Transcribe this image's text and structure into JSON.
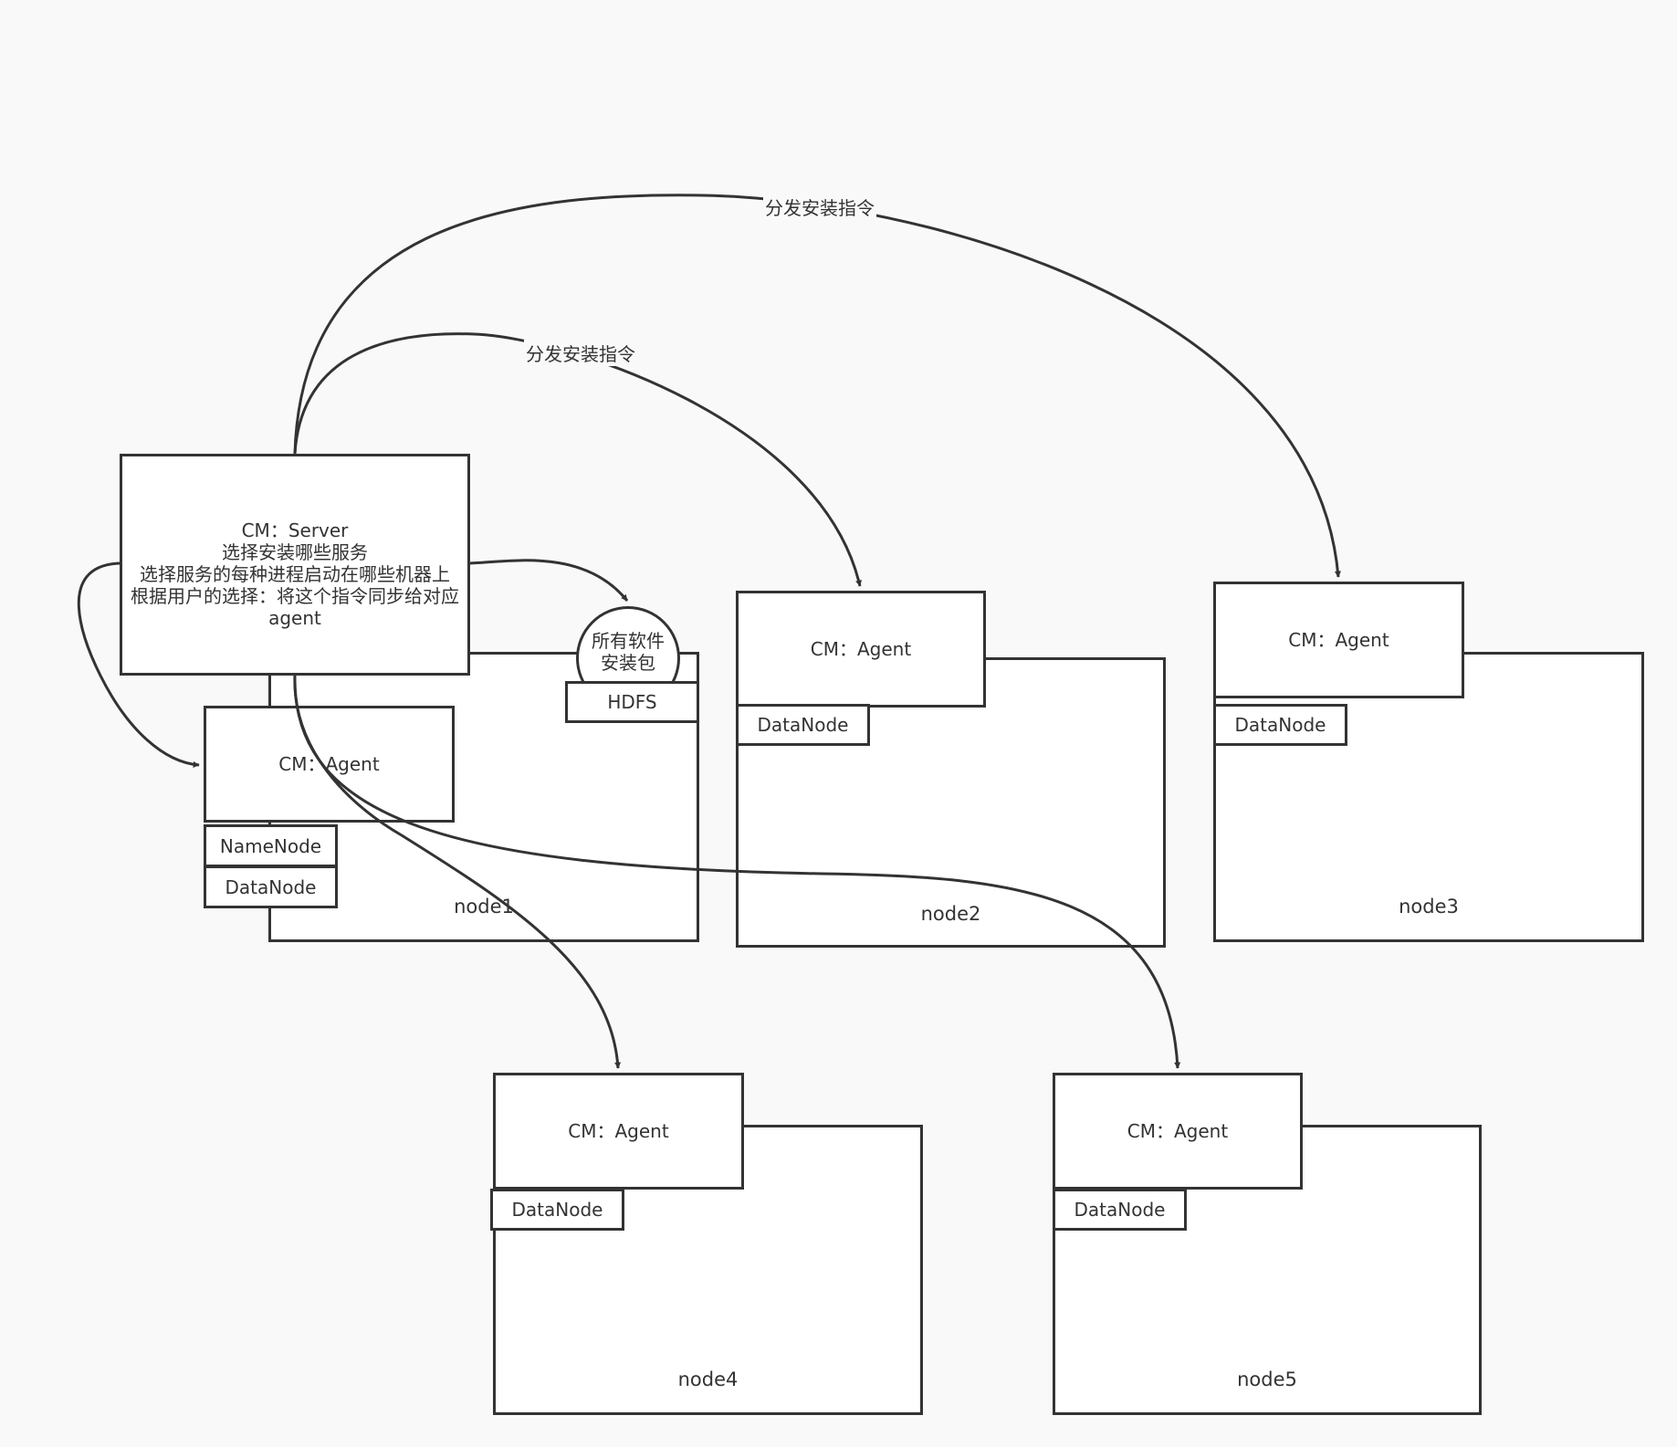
{
  "server": {
    "lines": [
      "CM：Server",
      "选择安装哪些服务",
      "选择服务的每种进程启动在哪些机器上",
      "根据用户的选择：将这个指令同步给对应",
      "agent"
    ]
  },
  "storage": {
    "package_lines": [
      "所有软件",
      "安装包"
    ],
    "hdfs": "HDFS"
  },
  "edge_labels": {
    "to_node3": "分发安装指令",
    "to_node2": "分发安装指令"
  },
  "nodes": {
    "node1": {
      "name": "node1",
      "agent": "CM：Agent",
      "roles": [
        "NameNode",
        "DataNode"
      ]
    },
    "node2": {
      "name": "node2",
      "agent": "CM：Agent",
      "roles": [
        "DataNode"
      ]
    },
    "node3": {
      "name": "node3",
      "agent": "CM：Agent",
      "roles": [
        "DataNode"
      ]
    },
    "node4": {
      "name": "node4",
      "agent": "CM：Agent",
      "roles": [
        "DataNode"
      ]
    },
    "node5": {
      "name": "node5",
      "agent": "CM：Agent",
      "roles": [
        "DataNode"
      ]
    }
  }
}
